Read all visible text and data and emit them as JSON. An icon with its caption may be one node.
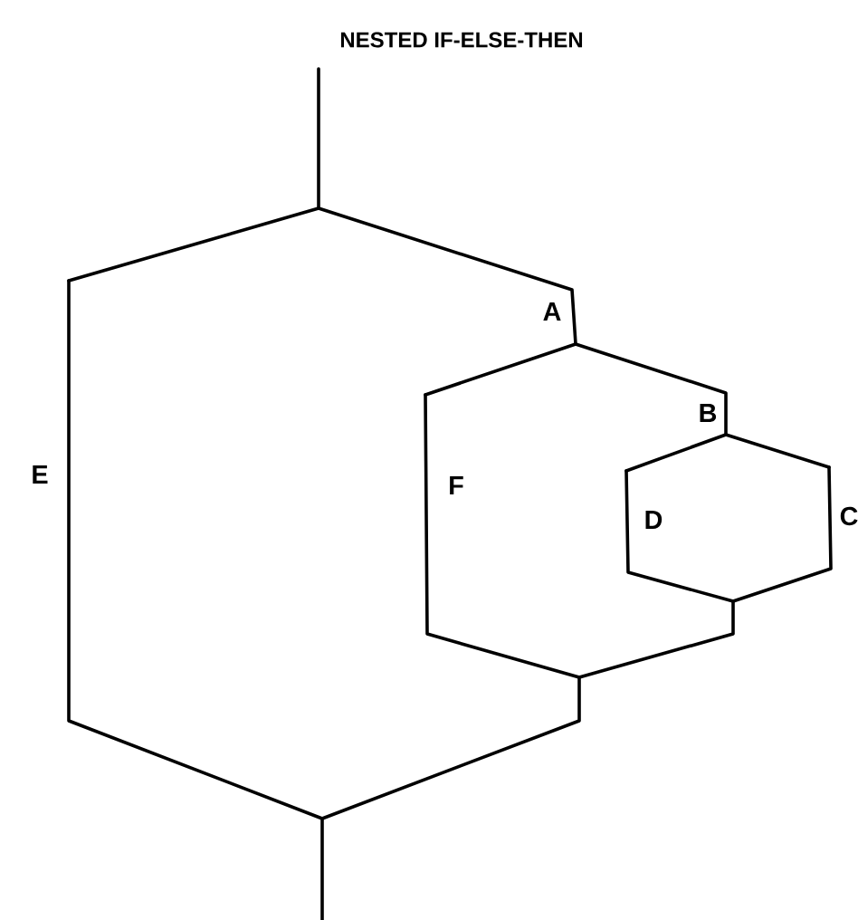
{
  "diagram": {
    "title": "NESTED IF-ELSE-THEN",
    "labels": [
      "A",
      "E",
      "B",
      "F",
      "D",
      "C"
    ]
  }
}
